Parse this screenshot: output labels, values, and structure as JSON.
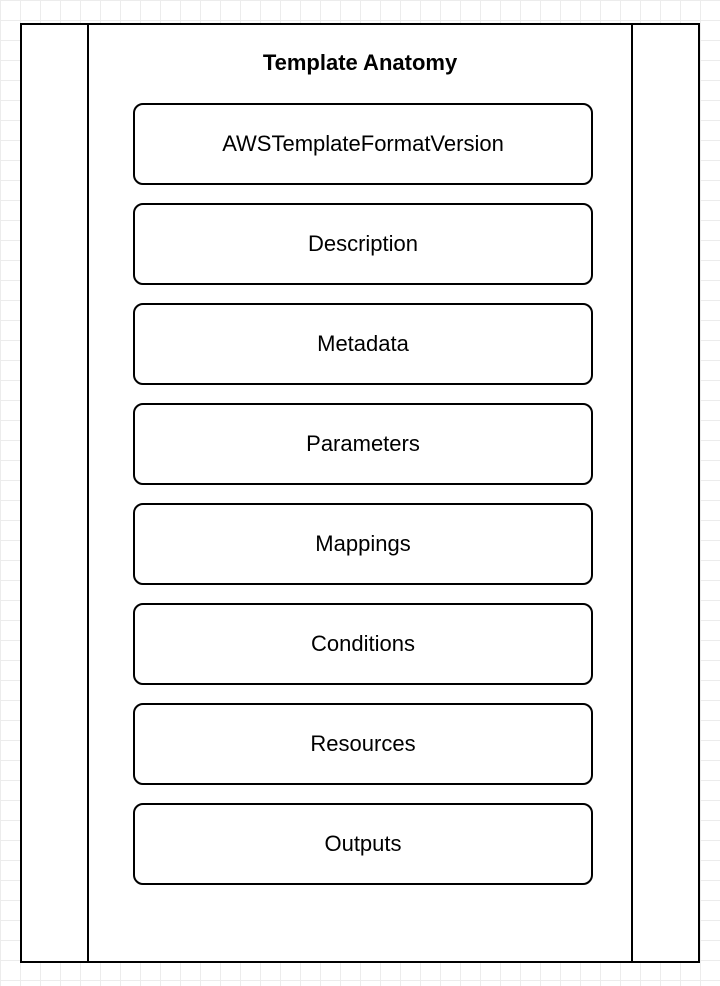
{
  "diagram": {
    "title": "Template Anatomy",
    "sections": [
      {
        "label": "AWSTemplateFormatVersion"
      },
      {
        "label": "Description"
      },
      {
        "label": "Metadata"
      },
      {
        "label": "Parameters"
      },
      {
        "label": "Mappings"
      },
      {
        "label": "Conditions"
      },
      {
        "label": "Resources"
      },
      {
        "label": "Outputs"
      }
    ]
  }
}
